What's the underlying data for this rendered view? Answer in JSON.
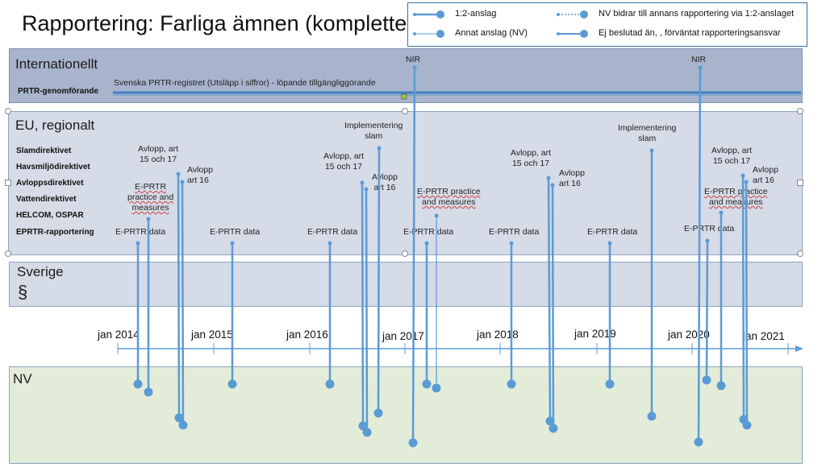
{
  "title": "Rapportering: Farliga ämnen (kompletteras)",
  "legend": {
    "item1": "1:2-anslag",
    "item2": "Annat anslag (NV)",
    "item3": "NV bidrar till annans rapportering via 1:2-anslaget",
    "item4": "Ej beslutad än, , förväntat rapporteringsansvar"
  },
  "bands": {
    "international": {
      "title": "Internationellt",
      "row": "PRTR-genomförande",
      "bar_text": "Svenska PRTR-registret (Utsläpp i siffror) - löpande tillgängliggörande",
      "nir1": "NIR",
      "nir2": "NIR"
    },
    "eu": {
      "title": "EU, regionalt",
      "rows": [
        "Slamdirektivet",
        "Havsmiljödirektivet",
        "Avloppsdirektivet",
        "Vattendirektivet",
        "HELCOM, OSPAR",
        "EPRTR-rapportering"
      ]
    },
    "sweden": {
      "title": "Sverige",
      "symbol": "§"
    },
    "nv": {
      "title": "NV"
    }
  },
  "events": {
    "avlopp_art_15_17": "Avlopp, art\n15 och 17",
    "avlopp_art_16": "Avlopp\nart 16",
    "eprtr_pm": "E-PRTR\npractice and\nmeasures",
    "eprtr_pm2": "E-PRTR practice\nand measures",
    "eprtr_data": "E-PRTR data",
    "impl_slam": "Implementering\nslam"
  },
  "timeline": {
    "years": [
      "jan 2014",
      "jan 2015",
      "jan 2016",
      "jan 2017",
      "jan 2018",
      "jan 2019",
      "jan 2020",
      "jan 2021"
    ]
  },
  "colors": {
    "line": "#5b9bd5",
    "intl_band": "#a8b4cc",
    "eu_band": "#d5dbe7",
    "nv_band": "#e2ecd8"
  }
}
